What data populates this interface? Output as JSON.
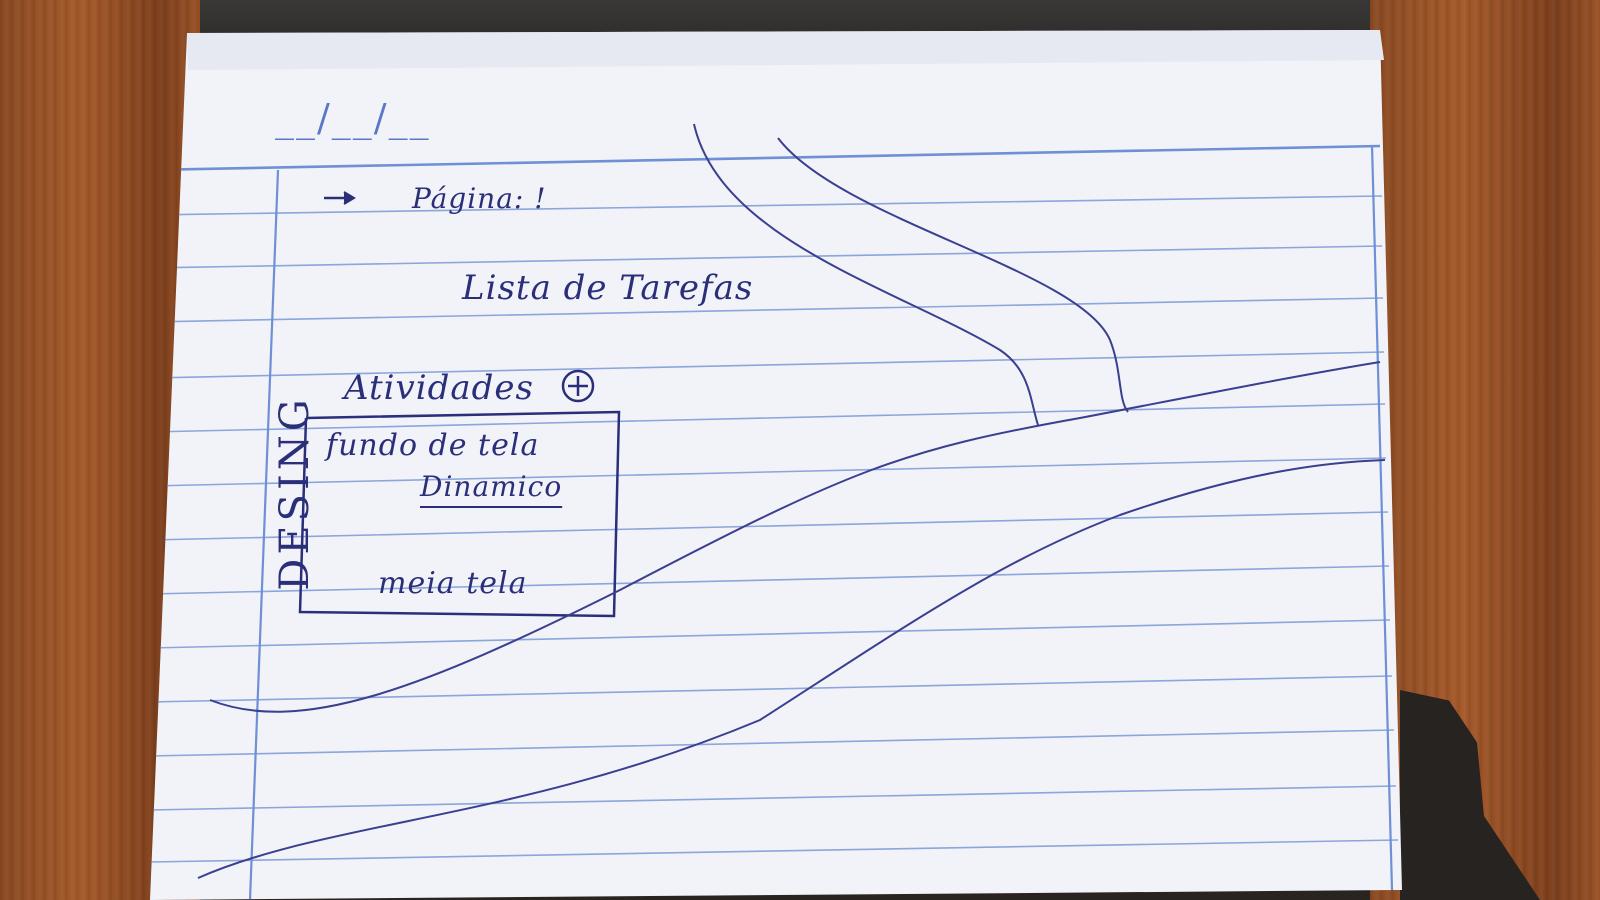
{
  "sketch": {
    "date_slots": "__/__/__",
    "page_label": "Página: !",
    "title": "Lista de Tarefas",
    "activities_label": "Atividades",
    "add_icon": "plus-circle-icon",
    "card": {
      "line_1": "fundo de tela",
      "line_2": "Dinamico",
      "line_3": "meia tela"
    },
    "vertical_label": "DESING"
  },
  "colors": {
    "ink": "#2b2f7a",
    "paper": "#f3f4f8",
    "rule_lines": "#7fa0dc",
    "wood": "#9a5226"
  }
}
